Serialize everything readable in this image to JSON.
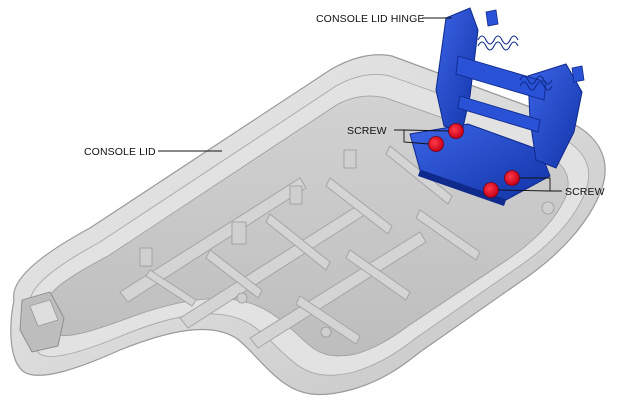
{
  "labels": {
    "hinge": "CONSOLE LID HINGE",
    "lid": "CONSOLE LID",
    "screw_left": "SCREW",
    "screw_right": "SCREW"
  },
  "colors": {
    "lid_fill": "#d9d9d9",
    "lid_inner": "#cbcbcb",
    "lid_outline": "#9a9a9a",
    "hinge_blue": "#1f45c8",
    "hinge_dark": "#0f2a8c",
    "screw_red": "#e3001b",
    "text": "#111111"
  },
  "screws_count": 4
}
